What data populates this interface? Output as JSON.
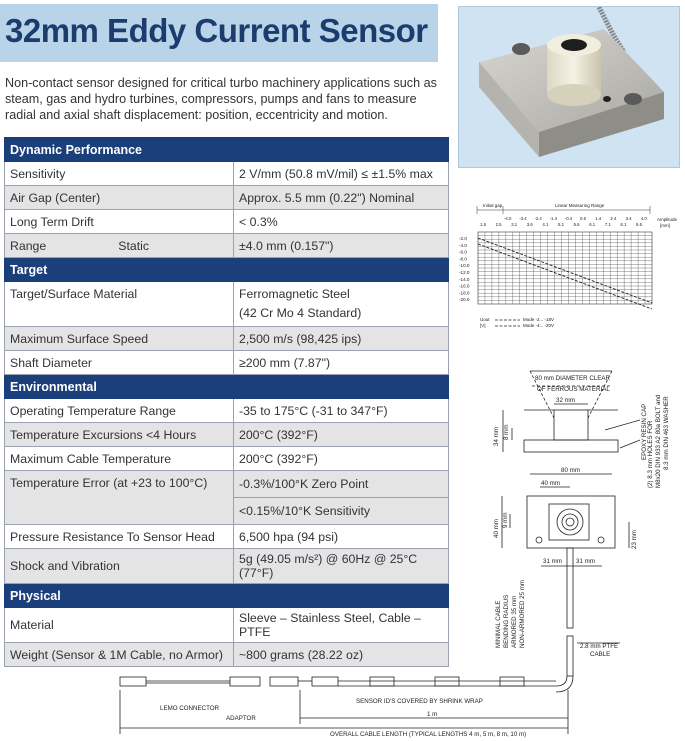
{
  "title": "32mm Eddy Current Sensor",
  "intro": "Non-contact sensor designed for critical turbo machinery applications such as steam, gas and hydro turbines, compressors, pumps and fans to measure radial and axial shaft displacement: position, eccentricity and motion.",
  "sections": {
    "dynamic": {
      "header": "Dynamic Performance",
      "sensitivity": {
        "label": "Sensitivity",
        "value": "2 V/mm (50.8 mV/mil) ≤ ±1.5% max"
      },
      "air_gap": {
        "label": "Air Gap (Center)",
        "value": "Approx. 5.5 mm (0.22\") Nominal"
      },
      "drift": {
        "label": "Long Term Drift",
        "value": "< 0.3%"
      },
      "range": {
        "label": "Range",
        "sublabel": "Static",
        "value": "±4.0 mm (0.157\")"
      }
    },
    "target": {
      "header": "Target",
      "material": {
        "label": "Target/Surface Material",
        "value_1": "Ferromagnetic Steel",
        "value_2": "(42 Cr Mo 4 Standard)"
      },
      "speed": {
        "label": "Maximum Surface Speed",
        "value": "2,500 m/s (98,425 ips)"
      },
      "diameter": {
        "label": "Shaft Diameter",
        "value": "≥200 mm (7.87\")"
      }
    },
    "environmental": {
      "header": "Environmental",
      "op_temp": {
        "label": "Operating Temperature Range",
        "value": "-35 to 175°C (-31 to 347°F)"
      },
      "excursions": {
        "label": "Temperature Excursions <4 Hours",
        "value": "200°C (392°F)"
      },
      "cable_temp": {
        "label": "Maximum Cable Temperature",
        "value": "200°C (392°F)"
      },
      "temp_error": {
        "label": "Temperature Error (at +23 to 100°C)",
        "value_1": "-0.3%/100°K Zero Point",
        "value_2": "<0.15%/10°K Sensitivity"
      },
      "pressure": {
        "label": "Pressure Resistance To Sensor Head",
        "value": "6,500 hpa (94 psi)"
      },
      "shock": {
        "label": "Shock and Vibration",
        "value": "5g (49.05 m/s²) @ 60Hz @ 25°C (77°F)"
      }
    },
    "physical": {
      "header": "Physical",
      "material": {
        "label": "Material",
        "value": "Sleeve – Stainless Steel, Cable – PTFE"
      },
      "weight": {
        "label": "Weight (Sensor & 1M Cable, no Armor)",
        "value": "~800 grams (28.22 oz)"
      }
    }
  },
  "chart": {
    "initial_gap": "Initial gap",
    "linear_range": "Linear Measuring Range",
    "amplitude": "Amplitude",
    "amplitude_unit": "[mm]",
    "top_ticks_1": [
      "-4.0",
      "-3.4",
      "-2.4",
      "-1.4",
      "-0.4",
      "0.6",
      "1.4",
      "2.4",
      "3.4",
      "4.0"
    ],
    "top_ticks_2": [
      "1.5",
      "2.5",
      "3.1",
      "3.6",
      "4.1",
      "5.1",
      "5.6",
      "6.1",
      "7.1",
      "8.1",
      "9.5"
    ],
    "y_ticks": [
      "-2.0",
      "-4.0",
      "-6.0",
      "-8.0",
      "-10.0",
      "-12.0",
      "-14.0",
      "-16.0",
      "-18.0",
      "-20.0"
    ],
    "legend_label": "Uout",
    "legend_unit": "[V]",
    "legend_1": "Mode -2... -18V",
    "legend_2": "Mode -4... -20V"
  },
  "drawing": {
    "clear_1": "80 mm DIAMETER CLEAR",
    "clear_2": "OF FERROUS MATERIAL",
    "d32": "32 mm",
    "d34": "34 mm",
    "d8": "8 mm",
    "d80": "80 mm",
    "d40w": "40 mm",
    "d40h": "40 mm",
    "d9": "9 mm",
    "d31a": "31 mm",
    "d31b": "31 mm",
    "d23": "23 mm",
    "epoxy": "EPOXY RESIN CAP",
    "holes_1": "(2) 8.3 mm HOLES FOR",
    "holes_2": "M8x20 DIN 933 A2 80a BOLT and",
    "holes_3": "8.3 mm DIN 463 WASHER",
    "bend_1": "MINIMAL CABLE",
    "bend_2": "BENDING RADIUS",
    "bend_3": "ARMORED 35 mm",
    "bend_4": "NON-ARMORED 25 mm",
    "ptfe_1": "2.8 mm PTFE",
    "ptfe_2": "CABLE",
    "lemo": "LEMO CONNECTOR",
    "adaptor": "ADAPTOR",
    "sensor_id": "SENSOR ID'S COVERED BY SHRINK WRAP",
    "one_m": "1 m",
    "overall": "OVERALL CABLE LENGTH (TYPICAL LENGTHS 4 m, 5 m, 8 m, 10 m)"
  },
  "colors": {
    "title_band": "#b9d3e8",
    "title_text": "#1b3d6e",
    "header_bg": "#1b3f7a",
    "row_alt": "#e4e4e4"
  }
}
